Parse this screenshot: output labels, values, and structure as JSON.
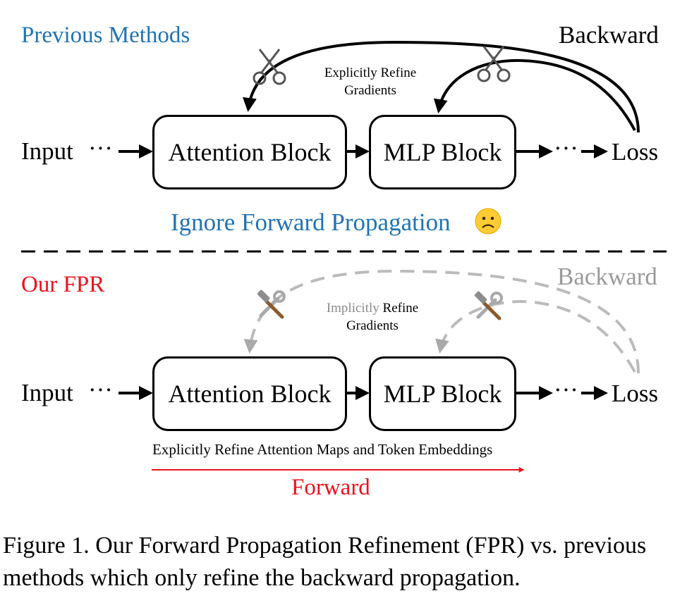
{
  "colors": {
    "blue": "#1f73b7",
    "red": "#e8141c",
    "gray": "#9a9a9a",
    "black": "#000000"
  },
  "top": {
    "title": "Previous Methods",
    "backward_label": "Backward",
    "note_line1": "Explicitly Refine",
    "note_line2": "Gradients",
    "input_label": "Input",
    "dots_left": "···",
    "dots_right": "···",
    "attention_label": "Attention Block",
    "mlp_label": "MLP Block",
    "loss_label": "Loss",
    "bottom_text": "Ignore Forward Propagation",
    "icons": [
      "scissors-icon",
      "scissors-icon",
      "sad-face-icon"
    ]
  },
  "bottom": {
    "title": "Our FPR",
    "backward_label": "Backward",
    "note_word1": "Implicitly",
    "note_word2": "Refine",
    "note_line2": "Gradients",
    "input_label": "Input",
    "dots_left": "···",
    "dots_right": "···",
    "attention_label": "Attention Block",
    "mlp_label": "MLP Block",
    "loss_label": "Loss",
    "refine_text": "Explicitly Refine Attention Maps and Token Embeddings",
    "forward_label": "Forward",
    "icons": [
      "tools-icon",
      "tools-icon"
    ]
  },
  "caption": "Figure 1. Our Forward Propagation Refinement (FPR) vs. previous methods which only refine the backward propagation."
}
